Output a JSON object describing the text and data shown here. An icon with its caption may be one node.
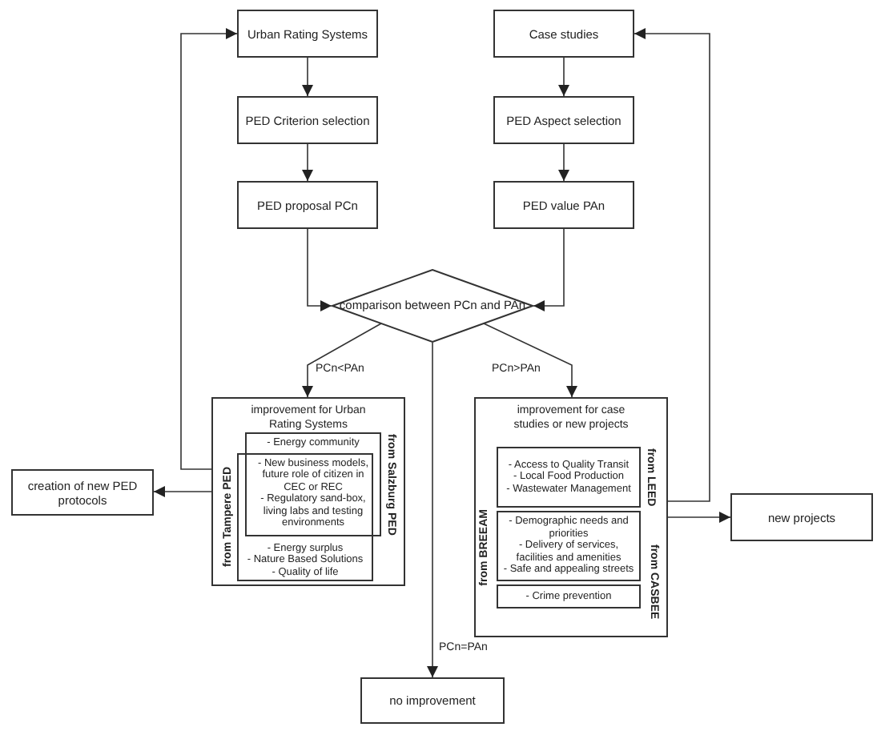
{
  "diagram": {
    "nodes": [
      {
        "text": [
          "Urban Rating Systems"
        ]
      },
      {
        "text": [
          "PED Criterion selection"
        ]
      },
      {
        "text": [
          "PED proposal PCn"
        ]
      },
      {
        "text": [
          "Case studies"
        ]
      },
      {
        "text": [
          "PED Aspect selection"
        ]
      },
      {
        "text": [
          "PED value PAn"
        ]
      },
      {
        "text": [
          "comparison between PCn and PAn"
        ]
      },
      {
        "text": [
          "improvement for Urban Rating Systems"
        ]
      },
      {
        "text": [
          "from Salzburg PED",
          "- Energy community",
          "- New business models, future role of citizen in CEC or REC",
          "- Regulatory sand-box, living labs and testing environments"
        ],
        "in": 7
      },
      {
        "text": [
          "from Tampere PED",
          "- Energy surplus",
          "- Nature Based Solutions",
          "- Quality of life"
        ],
        "in": 7
      },
      {
        "text": [
          "creation of new PED protocols"
        ]
      },
      {
        "text": [
          "improvement for case studies or new projects"
        ]
      },
      {
        "text": [
          "from LEED",
          "- Access to Quality Transit",
          "- Local Food Production",
          "- Wastewater Management"
        ],
        "in": 11
      },
      {
        "text": [
          "- Demographic needs and priorities",
          "- Delivery of services, facilities and amenities",
          "- Safe and appealing streets"
        ],
        "in": 11
      },
      {
        "text": [
          "- Crime prevention"
        ],
        "in": 11
      },
      {
        "text": [
          "new projects"
        ]
      },
      {
        "text": [
          "no improvement"
        ]
      }
    ],
    "edges": [
      {
        "from": 0,
        "to": 1,
        "arrow": "to"
      },
      {
        "from": 1,
        "to": 2,
        "arrow": "to"
      },
      {
        "from": 2,
        "to": 6,
        "arrow": "to"
      },
      {
        "from": 3,
        "to": 4,
        "arrow": "to"
      },
      {
        "from": 4,
        "to": 5,
        "arrow": "to"
      },
      {
        "from": 5,
        "to": 6,
        "arrow": "to"
      },
      {
        "from": 6,
        "to": 7,
        "arrow": "to",
        "label": "PCn<PAn"
      },
      {
        "from": 6,
        "to": 11,
        "arrow": "to",
        "label": "PCn>PAn"
      },
      {
        "from": 6,
        "to": 16,
        "arrow": "to",
        "label": "PCn=PAn"
      },
      {
        "from": 7,
        "to": 10,
        "arrow": "to"
      },
      {
        "from": 7,
        "to": 0,
        "arrow": "to"
      },
      {
        "from": 11,
        "to": 15,
        "arrow": "to"
      },
      {
        "from": 11,
        "to": 3,
        "arrow": "to"
      }
    ],
    "labels": [
      "from BREEAM",
      "from CASBEE"
    ]
  }
}
